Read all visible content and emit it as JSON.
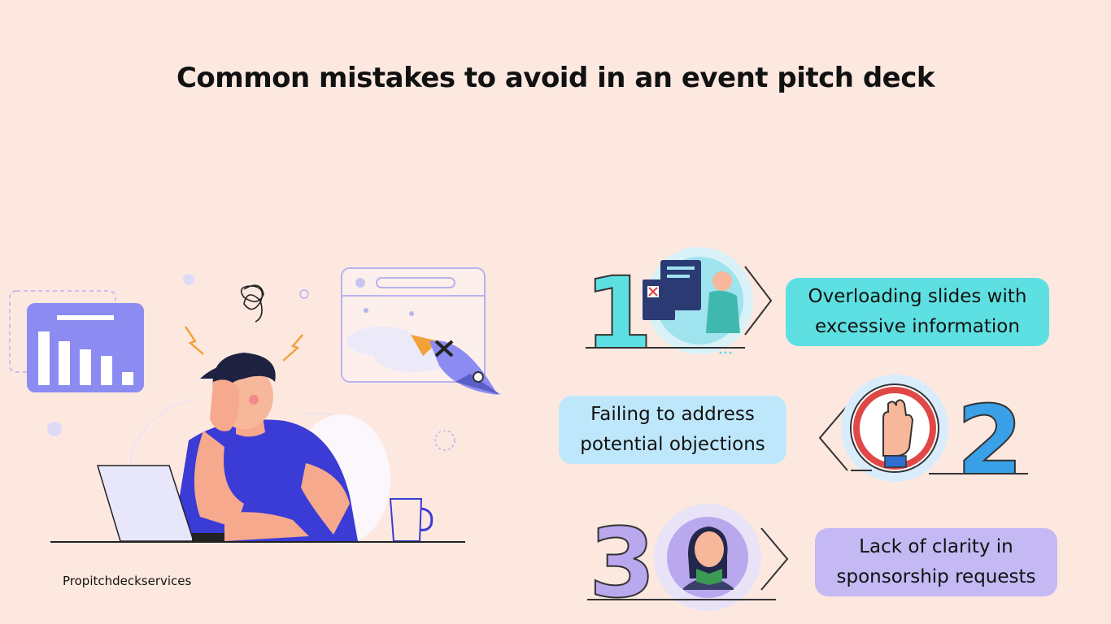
{
  "title": "Common mistakes to avoid in an event pitch deck",
  "brand": "Propitchdeckservices",
  "items": [
    {
      "number": "1",
      "text_line1": "Overloading slides with",
      "text_line2": "excessive information",
      "color": "#5ee0e2"
    },
    {
      "number": "2",
      "text_line1": "Failing to address",
      "text_line2": "potential objections",
      "color": "#bfe7fb"
    },
    {
      "number": "3",
      "text_line1": "Lack of clarity in",
      "text_line2": "sponsorship requests",
      "color": "#c4b9f3"
    }
  ],
  "icons": {
    "illustration": "stressed-person-at-laptop-icon",
    "item1": "overloaded-slides-icon",
    "item2": "stop-hand-icon",
    "item3": "confused-reader-icon"
  }
}
